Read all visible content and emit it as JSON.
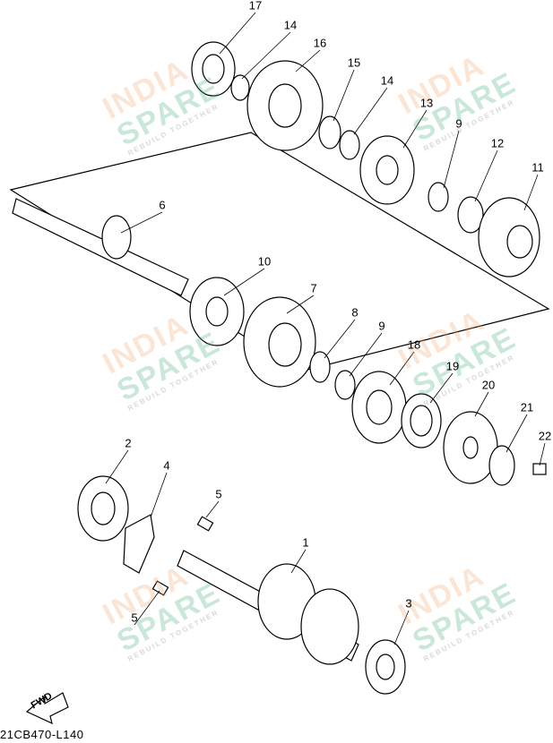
{
  "diagram": {
    "code": "21CB470-L140",
    "fwd_label": "FWD",
    "watermark": {
      "line1": "INDIA",
      "line2": "SPARE",
      "line3": "REBUILD TOGETHER"
    },
    "callouts": [
      "17",
      "14",
      "16",
      "15",
      "14",
      "13",
      "9",
      "12",
      "11",
      "6",
      "10",
      "7",
      "8",
      "9",
      "18",
      "19",
      "20",
      "21",
      "22",
      "2",
      "4",
      "5",
      "1",
      "5",
      "3"
    ]
  }
}
